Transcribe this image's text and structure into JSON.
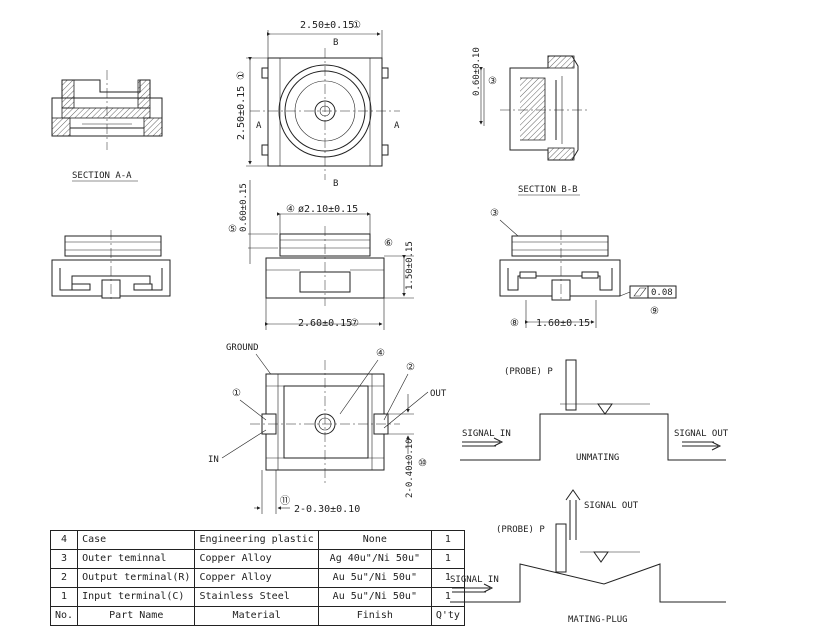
{
  "labels": {
    "dim_width": "2.50±0.15",
    "dim_height": "2.50±0.15",
    "sec_a": "A",
    "sec_b": "B",
    "section_aa": "SECTION A-A",
    "section_bb": "SECTION B-B",
    "dim_0_60_a": "0.60±0.10",
    "dim_0_60_b": "0.60±0.15",
    "dim_dia": "ø2.10±0.15",
    "dim_1_50": "1.50±0.15",
    "dim_2_60": "2.60±0.15",
    "dim_1_60": "1.60±0.15",
    "flatness": "0.08",
    "ground": "GROUND",
    "in": "IN",
    "out": "OUT",
    "dim_2_040": "2-0.40±0.10",
    "dim_2_030": "2-0.30±0.10",
    "probe1": "(PROBE) P",
    "probe2": "(PROBE) P",
    "signal_in_1": "SIGNAL IN",
    "signal_out_1": "SIGNAL OUT",
    "unmating": "UNMATING",
    "signal_in_2": "SIGNAL IN",
    "signal_out_2": "SIGNAL OUT",
    "mating_plug": "MATING-PLUG"
  },
  "callouts": {
    "c1": "①",
    "c2": "②",
    "c3": "③",
    "c4": "④",
    "c5": "⑤",
    "c6": "⑥",
    "c7": "⑦",
    "c8": "⑧",
    "c9": "⑨",
    "c10": "⑩",
    "c11": "⑪"
  },
  "bom": {
    "rows": [
      {
        "no": "4",
        "part": "Case",
        "material": "Engineering plastic",
        "finish": "None",
        "qty": "1"
      },
      {
        "no": "3",
        "part": "Outer teminnal",
        "material": "Copper Alloy",
        "finish": "Ag 40u\"/Ni 50u\"",
        "qty": "1"
      },
      {
        "no": "2",
        "part": "Output terminal(R)",
        "material": "Copper Alloy",
        "finish": "Au 5u\"/Ni 50u\"",
        "qty": "1"
      },
      {
        "no": "1",
        "part": "Input terminal(C)",
        "material": "Stainless Steel",
        "finish": "Au 5u\"/Ni 50u\"",
        "qty": "1"
      }
    ],
    "header": {
      "no": "No.",
      "part": "Part Name",
      "material": "Material",
      "finish": "Finish",
      "qty": "Q'ty"
    }
  }
}
